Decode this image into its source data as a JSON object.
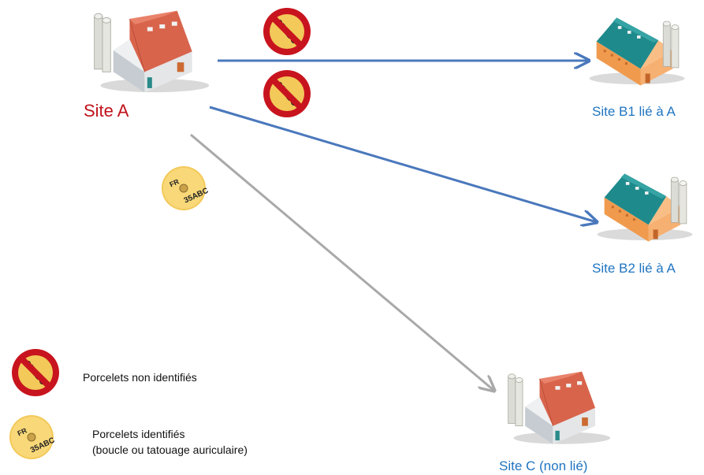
{
  "sites": {
    "site_a": "Site A",
    "site_b1": "Site B1 lié à A",
    "site_b2": "Site B2 lié à A",
    "site_c": "Site C (non lié)"
  },
  "tag_text": {
    "country": "FR",
    "code": "35ABC"
  },
  "legend": {
    "not_identified": "Porcelets non identifiés",
    "identified_line1": "Porcelets identifiés",
    "identified_line2": "(boucle ou tatouage auriculaire)"
  },
  "colors": {
    "site_a_label": "#c0121a",
    "site_linked_label": "#1f74c0",
    "arrow_linked": "#4a78bc",
    "arrow_unlinked": "#a9a9a9",
    "forbidden_red": "#c8141e",
    "tag_yellow": "#f3c95a",
    "farm_red_roof": "#d8644c",
    "farm_teal_roof": "#1f8a8c",
    "farm_orange_wall": "#f09a4e"
  },
  "icons": [
    "farm-red-icon",
    "farm-teal-icon",
    "forbidden-tag-icon",
    "ear-tag-icon"
  ]
}
